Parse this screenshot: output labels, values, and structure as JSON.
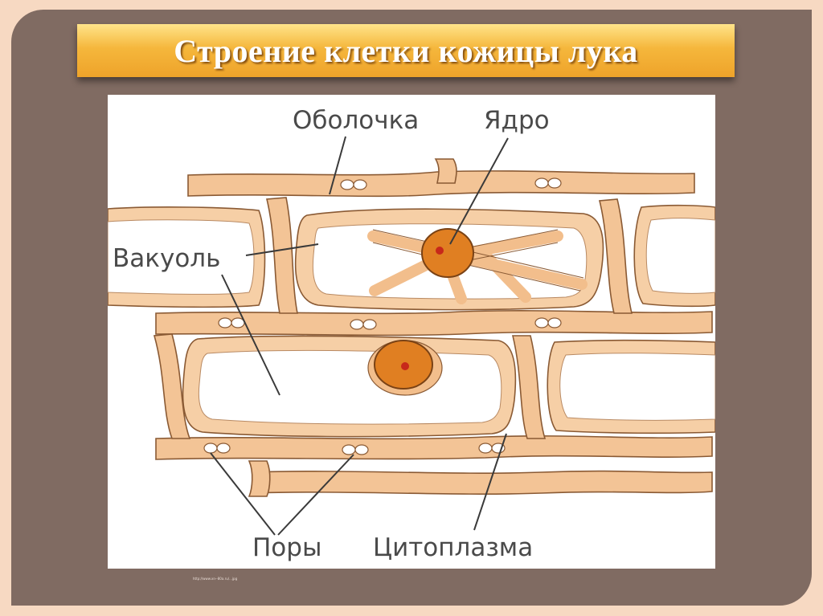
{
  "title": "Строение клетки кожицы лука",
  "labels": {
    "membrane": "Оболочка",
    "nucleus": "Ядро",
    "vacuole": "Вакуоль",
    "pores": "Поры",
    "cytoplasm": "Цитоплазма"
  },
  "source": "http://www.xn--80a.ru/...jpg",
  "colors": {
    "frame": "#806b62",
    "page_background": "#f7d9c2",
    "banner": "#f5b73c",
    "cell_wall": "#f3c496",
    "outline": "#8a5a34",
    "nucleus": "#e07f22",
    "nucleolus": "#c7281a"
  }
}
